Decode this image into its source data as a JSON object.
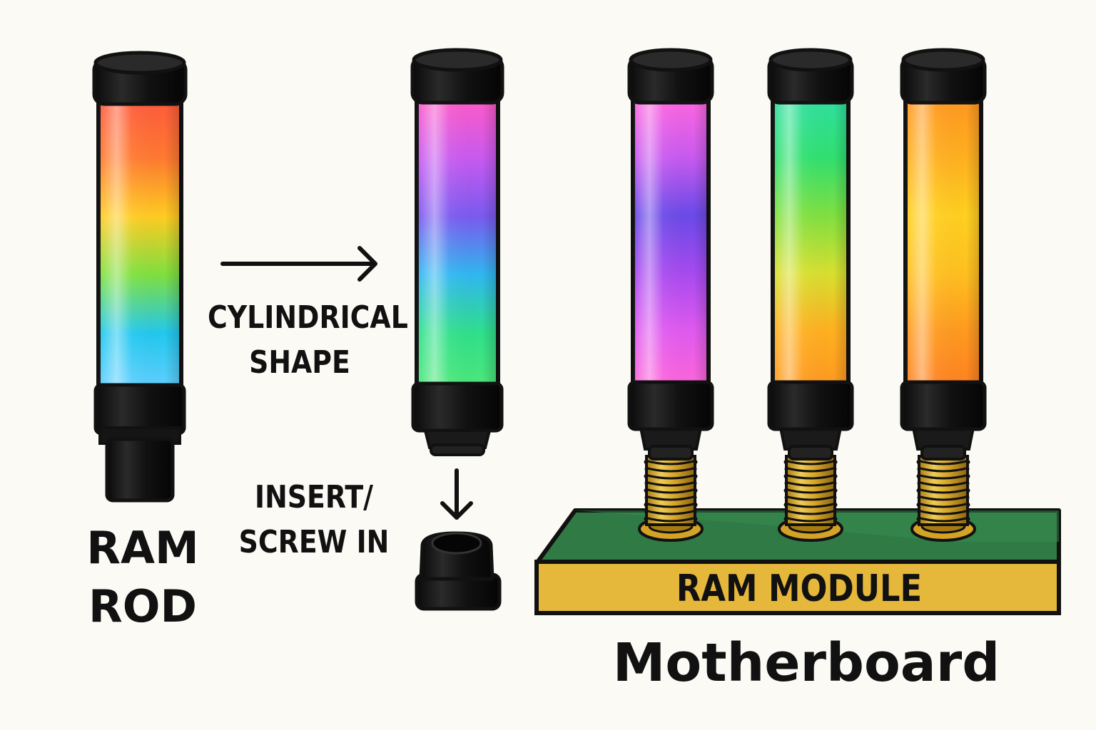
{
  "labels": {
    "ram_rod_line1": "RAM",
    "ram_rod_line2": "ROD",
    "cylindrical_line1": "CYLINDRICAL",
    "cylindrical_line2": "SHAPE",
    "insert_line1": "INSERT/",
    "insert_line2": "SCREW IN",
    "ram_module": "RAM MODULE",
    "motherboard": "Motherboard"
  },
  "colors": {
    "background": "#fbfaf5",
    "outline": "#111111",
    "board_green": "#2f7a45",
    "module_yellow": "#e5b73b",
    "thread_gold": "#d4a326"
  },
  "rods": [
    {
      "name": "ram-rod-left",
      "gradient": [
        "#ff5a3c",
        "#ff7a30",
        "#ffcc22",
        "#7ee040",
        "#22c8f0",
        "#66d0ff"
      ]
    },
    {
      "name": "ram-rod-middle",
      "gradient": [
        "#ff5ac8",
        "#c85af0",
        "#7a5af0",
        "#30b8f0",
        "#30e08a",
        "#50e878"
      ]
    },
    {
      "name": "ram-rod-purple",
      "gradient": [
        "#ff66e0",
        "#c85af0",
        "#6a4ae8",
        "#a84af0",
        "#e05af0",
        "#ff66d8"
      ]
    },
    {
      "name": "ram-rod-green",
      "gradient": [
        "#30e0a0",
        "#30e070",
        "#80e040",
        "#d8e030",
        "#ffb020",
        "#ff9820"
      ]
    },
    {
      "name": "ram-rod-orange",
      "gradient": [
        "#ff9820",
        "#ffb020",
        "#ffd020",
        "#ffc020",
        "#ff9a20",
        "#ff8020"
      ]
    }
  ]
}
